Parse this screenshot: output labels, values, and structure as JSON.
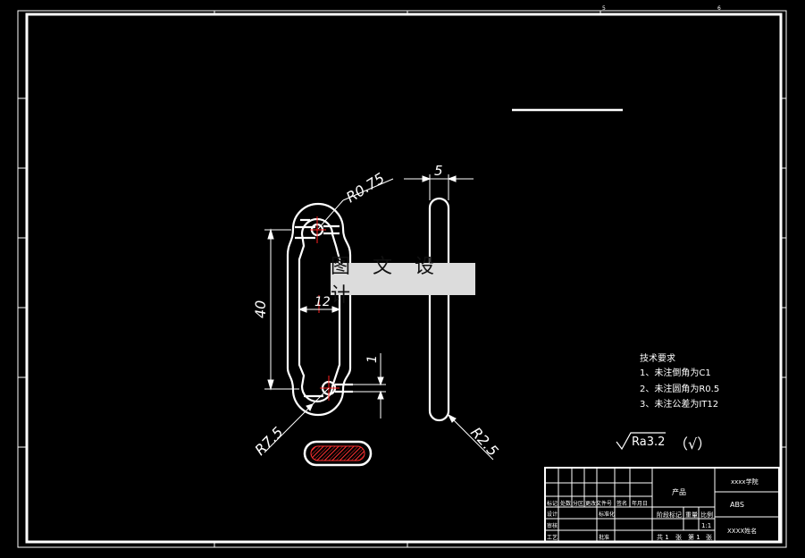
{
  "dimensions": {
    "r075": "R0.75",
    "w5": "5",
    "h40": "40",
    "w12": "12",
    "w1": "1",
    "r75": "R7.5",
    "r25": "R2.5"
  },
  "watermark": "图 文 设 计",
  "tech_requirements": {
    "title": "技术要求",
    "items": [
      "1、未注倒角为C1",
      "2、未注圆角为R0.5",
      "3、未注公差为IT12"
    ]
  },
  "roughness": {
    "value": "Ra3.2",
    "remark": "（√）"
  },
  "border_marks": {
    "top_a": "5",
    "top_b": "6"
  },
  "title_block": {
    "product": "产品",
    "school": "xxxx学院",
    "material": "ABS",
    "name": "XXXX姓名",
    "scale_value": "1:1",
    "col_labels": [
      "标记",
      "处数",
      "分区",
      "更改文件号",
      "签名",
      "年月日"
    ],
    "design": "设计",
    "standardize": "标准化",
    "stage": "阶段标记",
    "weight": "重量",
    "scale": "比例",
    "review": "审核",
    "process": "工艺",
    "approve": "批准",
    "total": "共 1",
    "sheet": "张",
    "nth": "第 1",
    "sheet2": "张"
  },
  "colors": {
    "outline": "#ffffff",
    "center": "#ff2020",
    "hatch": "#ff3030",
    "background": "#000000"
  }
}
